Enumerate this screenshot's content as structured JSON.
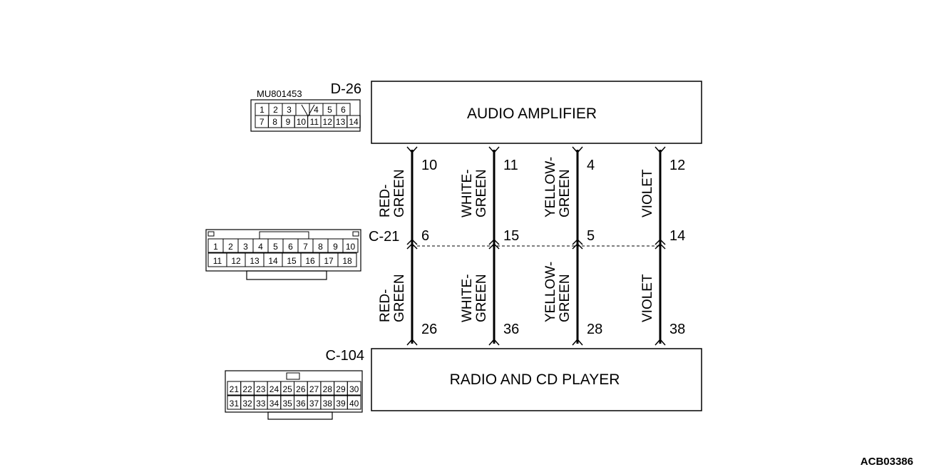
{
  "components": {
    "top": {
      "label": "AUDIO AMPLIFIER",
      "connector": "D-26"
    },
    "bottom": {
      "label": "RADIO AND CD PLAYER",
      "connector": "C-104"
    }
  },
  "junction": {
    "connector": "C-21"
  },
  "part_number": "MU801453",
  "figure_id": "ACB03386",
  "wires": [
    {
      "color_upper": [
        "RED-",
        "GREEN"
      ],
      "color_lower": [
        "RED-",
        "GREEN"
      ],
      "pin_top": "10",
      "pin_junction": "6",
      "pin_bottom": "26"
    },
    {
      "color_upper": [
        "WHITE-",
        "GREEN"
      ],
      "color_lower": [
        "WHITE-",
        "GREEN"
      ],
      "pin_top": "11",
      "pin_junction": "15",
      "pin_bottom": "36"
    },
    {
      "color_upper": [
        "YELLOW-",
        "GREEN"
      ],
      "color_lower": [
        "YELLOW-",
        "GREEN"
      ],
      "pin_top": "4",
      "pin_junction": "5",
      "pin_bottom": "28"
    },
    {
      "color_upper": [
        "VIOLET"
      ],
      "color_lower": [
        "VIOLET"
      ],
      "pin_top": "12",
      "pin_junction": "14",
      "pin_bottom": "38"
    }
  ],
  "connector_faces": {
    "d26": {
      "top_row": [
        "1",
        "2",
        "3",
        "",
        "4",
        "5",
        "6"
      ],
      "bottom_row": [
        "7",
        "8",
        "9",
        "10",
        "11",
        "12",
        "13",
        "14"
      ]
    },
    "c21": {
      "top_row": [
        "1",
        "2",
        "3",
        "4",
        "5",
        "6",
        "7",
        "8",
        "9",
        "10"
      ],
      "bottom_row": [
        "11",
        "12",
        "13",
        "14",
        "15",
        "16",
        "17",
        "18"
      ]
    },
    "c104": {
      "top_row": [
        "21",
        "22",
        "23",
        "24",
        "25",
        "26",
        "27",
        "28",
        "29",
        "30"
      ],
      "bottom_row": [
        "31",
        "32",
        "33",
        "34",
        "35",
        "36",
        "37",
        "38",
        "39",
        "40"
      ]
    }
  }
}
